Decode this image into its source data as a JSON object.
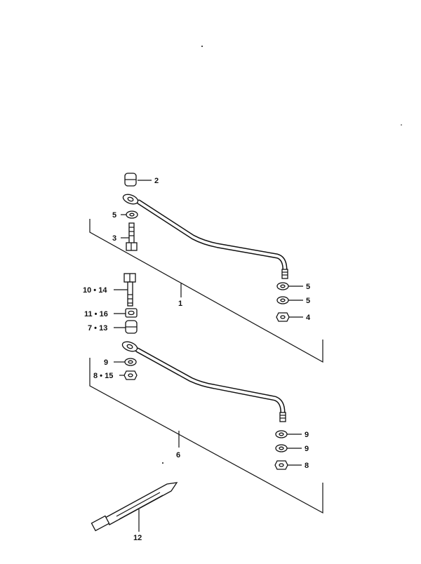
{
  "callouts": {
    "c2": "2",
    "c5a": "5",
    "c3": "3",
    "c10_14": "10 • 14",
    "c11_16": "11 • 16",
    "c7_13": "7 • 13",
    "c5b": "5",
    "c5c": "5",
    "c4": "4",
    "c1": "1",
    "c9a": "9",
    "c8_15": "8 • 15",
    "c9b": "9",
    "c9c": "9",
    "c8": "8",
    "c6": "6",
    "c12": "12"
  },
  "colors": {
    "ink": "#111111",
    "paper": "#ffffff"
  }
}
